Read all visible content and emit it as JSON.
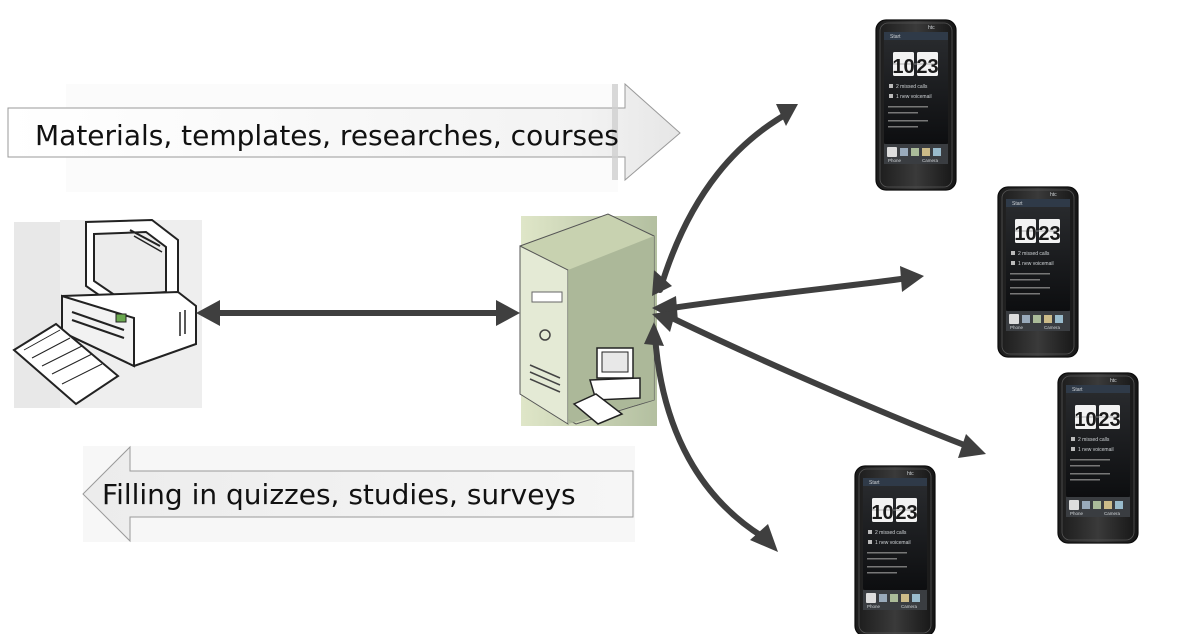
{
  "banners": {
    "top_text": "Materials, templates, researches, courses",
    "bottom_text": "Filling in quizzes, studies, surveys"
  },
  "phone": {
    "hour": "10",
    "minute": "23",
    "brand": "htc",
    "start": "Start",
    "line1": "2 missed calls",
    "line2": "1 new voicemail",
    "btn1": "Phone",
    "btn2": "Camera"
  },
  "icons": [
    "computer-icon",
    "server-icon",
    "smartphone-icon"
  ],
  "colors": {
    "arrow": "#3f3f3f",
    "server": "#b5c48f",
    "banner_border": "#9a9a9a"
  }
}
